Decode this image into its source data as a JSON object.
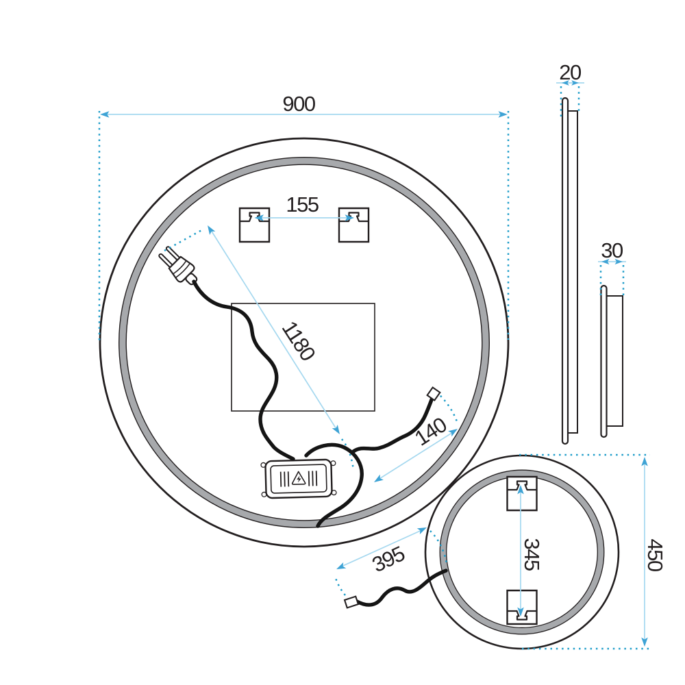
{
  "diagram": {
    "type": "technical-dimension-drawing",
    "subject": "Round LED bathroom mirror: back view with power cord, two side profiles, and smaller mirror back view",
    "colors": {
      "line_ink": "#231f20",
      "led_ring_fill": "#a7a9ac",
      "dimension_dots": "#1f9dc9",
      "dimension_line": "#a5d8ef",
      "dimension_arrow": "#3ea3d5"
    },
    "labels": {
      "overall_diameter": "900",
      "bracket_spacing": "155",
      "power_cord_length": "1180",
      "cable_stub_length": "140",
      "mirror_depth": "20",
      "small_mirror_depth": "30",
      "small_bracket_spacing": "345",
      "small_overall_diameter": "450",
      "small_cable_length": "395"
    }
  }
}
